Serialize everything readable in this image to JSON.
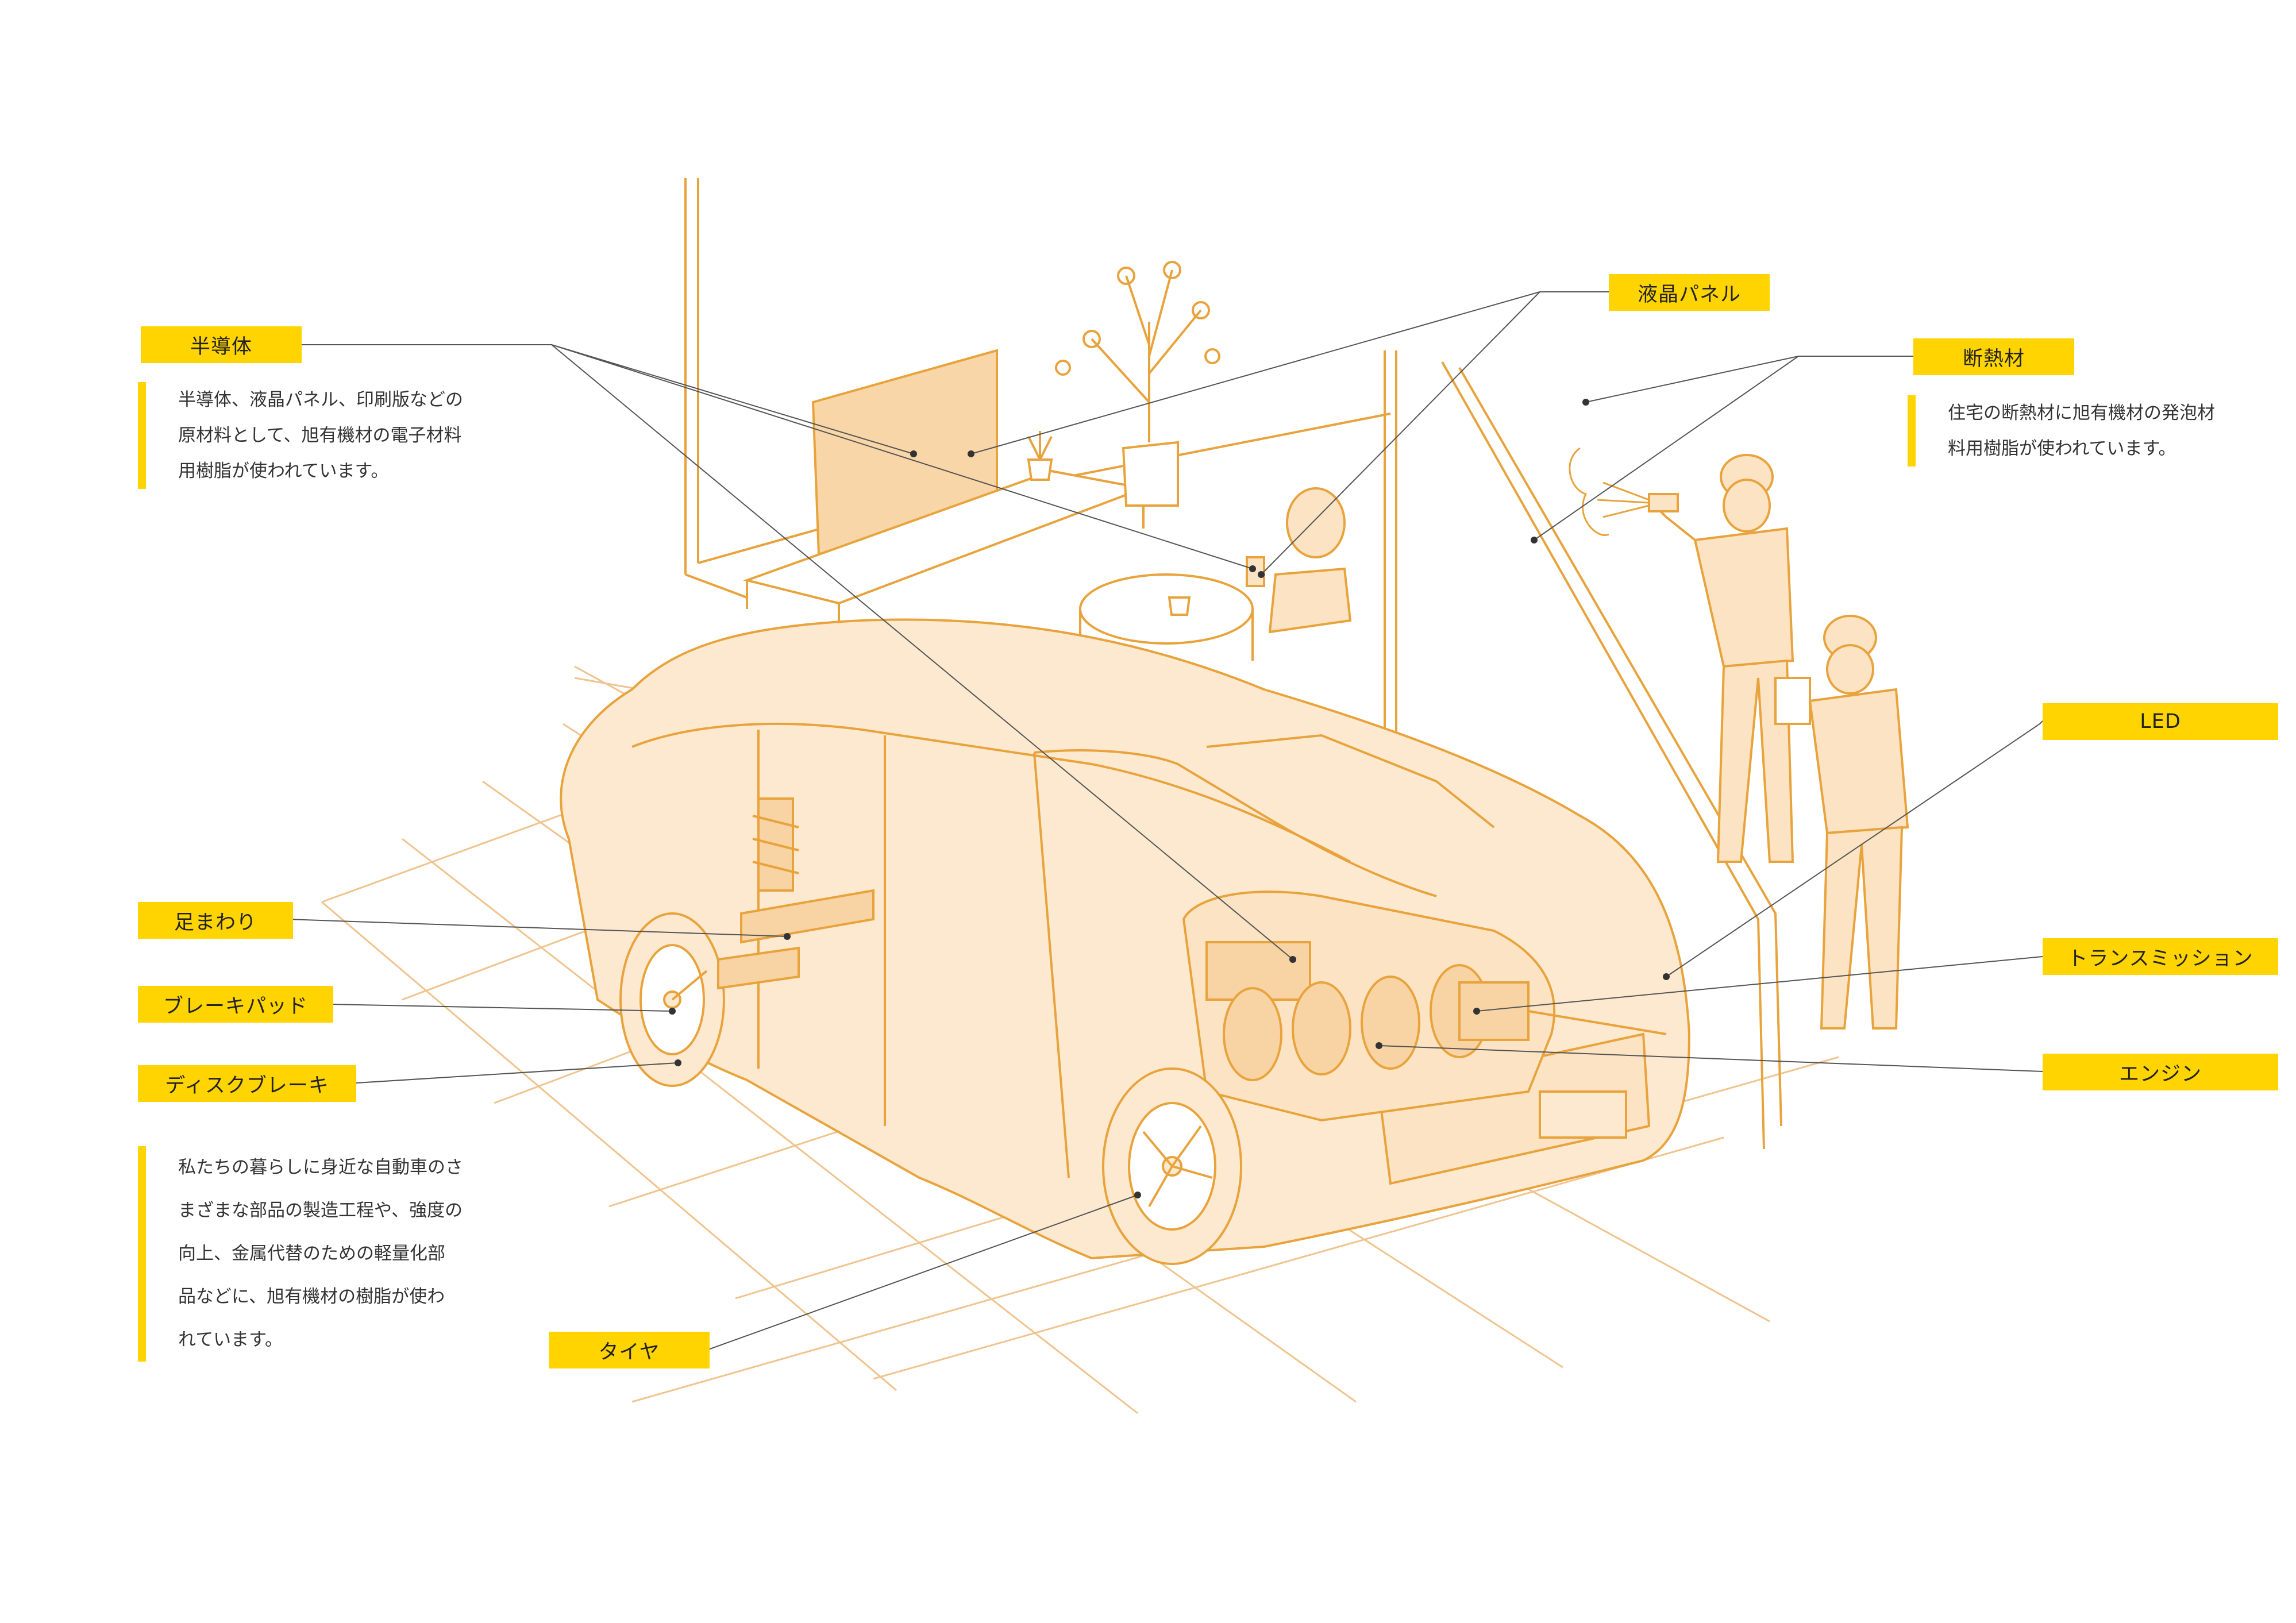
{
  "labels": {
    "semiconductor": "半導体",
    "lcd_panel": "液晶パネル",
    "insulation": "断熱材",
    "led": "LED",
    "suspension": "足まわり",
    "brake_pad": "ブレーキパッド",
    "disc_brake": "ディスクブレーキ",
    "transmission": "トランスミッション",
    "engine": "エンジン",
    "tire": "タイヤ"
  },
  "descriptions": {
    "semiconductor": [
      "半導体、液晶パネル、印刷版などの",
      "原材料として、旭有機材の電子材料",
      "用樹脂が使われています。"
    ],
    "insulation": [
      "住宅の断熱材に旭有機材の発泡材",
      "料用樹脂が使われています。"
    ],
    "automotive": [
      "私たちの暮らしに身近な自動車のさ",
      "まざまな部品の製造工程や、強度の",
      "向上、金属代替のための軽量化部",
      "品などに、旭有機材の樹脂が使わ",
      "れています。"
    ]
  },
  "colors": {
    "accent": "#FFD400",
    "line": "#E8A33C",
    "fill_light": "#FDE9CF",
    "fill_mid": "#F8D3A4",
    "leader": "#555555"
  }
}
